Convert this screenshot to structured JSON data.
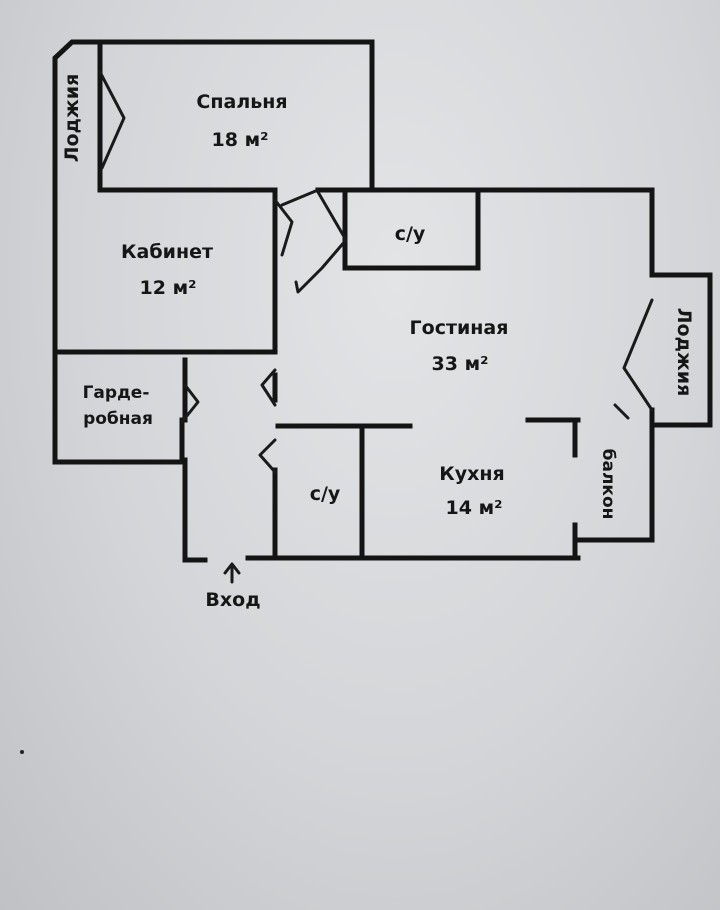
{
  "plan": {
    "rooms": [
      {
        "id": "loggia-top",
        "label": "Лоджия"
      },
      {
        "id": "bedroom",
        "label": "Спальня",
        "area": "18 м²"
      },
      {
        "id": "study",
        "label": "Кабинет",
        "area": "12 м²"
      },
      {
        "id": "bath-top",
        "label": "с/у"
      },
      {
        "id": "living",
        "label": "Гостиная",
        "area": "33 м²"
      },
      {
        "id": "loggia-right",
        "label": "Лоджия"
      },
      {
        "id": "wardrobe",
        "label_line1": "Гарде-",
        "label_line2": "робная"
      },
      {
        "id": "bath-bottom",
        "label": "с/у"
      },
      {
        "id": "kitchen",
        "label": "Кухня",
        "area": "14 м²"
      },
      {
        "id": "balcony",
        "label": "балкон"
      }
    ],
    "entrance": {
      "label": "Вход"
    }
  },
  "colors": {
    "ink": "#141414",
    "paper": "#dcdedf"
  }
}
